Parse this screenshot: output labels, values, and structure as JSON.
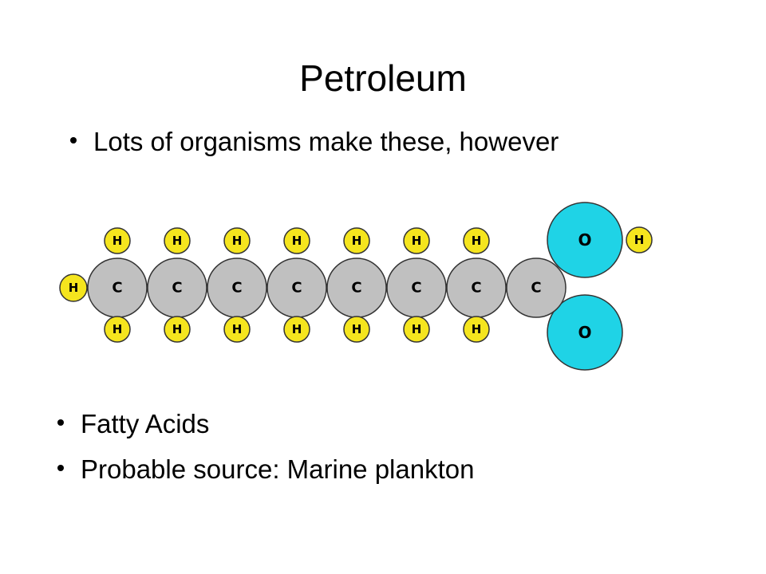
{
  "slide": {
    "title": "Petroleum",
    "bullets_top": [
      "Lots of organisms make these, however"
    ],
    "bullets_bottom": [
      "Fatty Acids",
      "Probable source: Marine plankton"
    ]
  },
  "molecule": {
    "carbons": 8,
    "atom_labels": {
      "carbon": "C",
      "hydrogen": "H",
      "oxygen": "O"
    },
    "colors": {
      "carbon_fill": "#c0c0c0",
      "hydrogen_fill": "#f5e51e",
      "oxygen_fill": "#1fd3e6",
      "outline": "#333333"
    }
  }
}
